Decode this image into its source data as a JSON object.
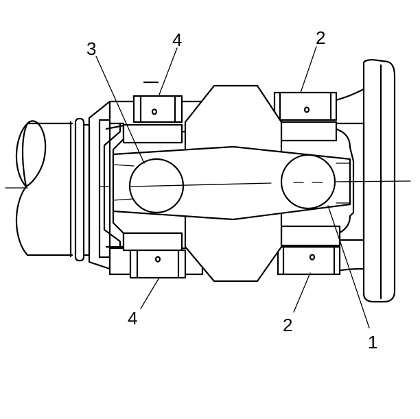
{
  "diagram": {
    "callouts": [
      {
        "id": "callout-1",
        "label": "1"
      },
      {
        "id": "callout-2-top",
        "label": "2"
      },
      {
        "id": "callout-2-bottom",
        "label": "2"
      },
      {
        "id": "callout-3",
        "label": "3"
      },
      {
        "id": "callout-4-top",
        "label": "4"
      },
      {
        "id": "callout-4-bottom",
        "label": "4"
      }
    ]
  }
}
